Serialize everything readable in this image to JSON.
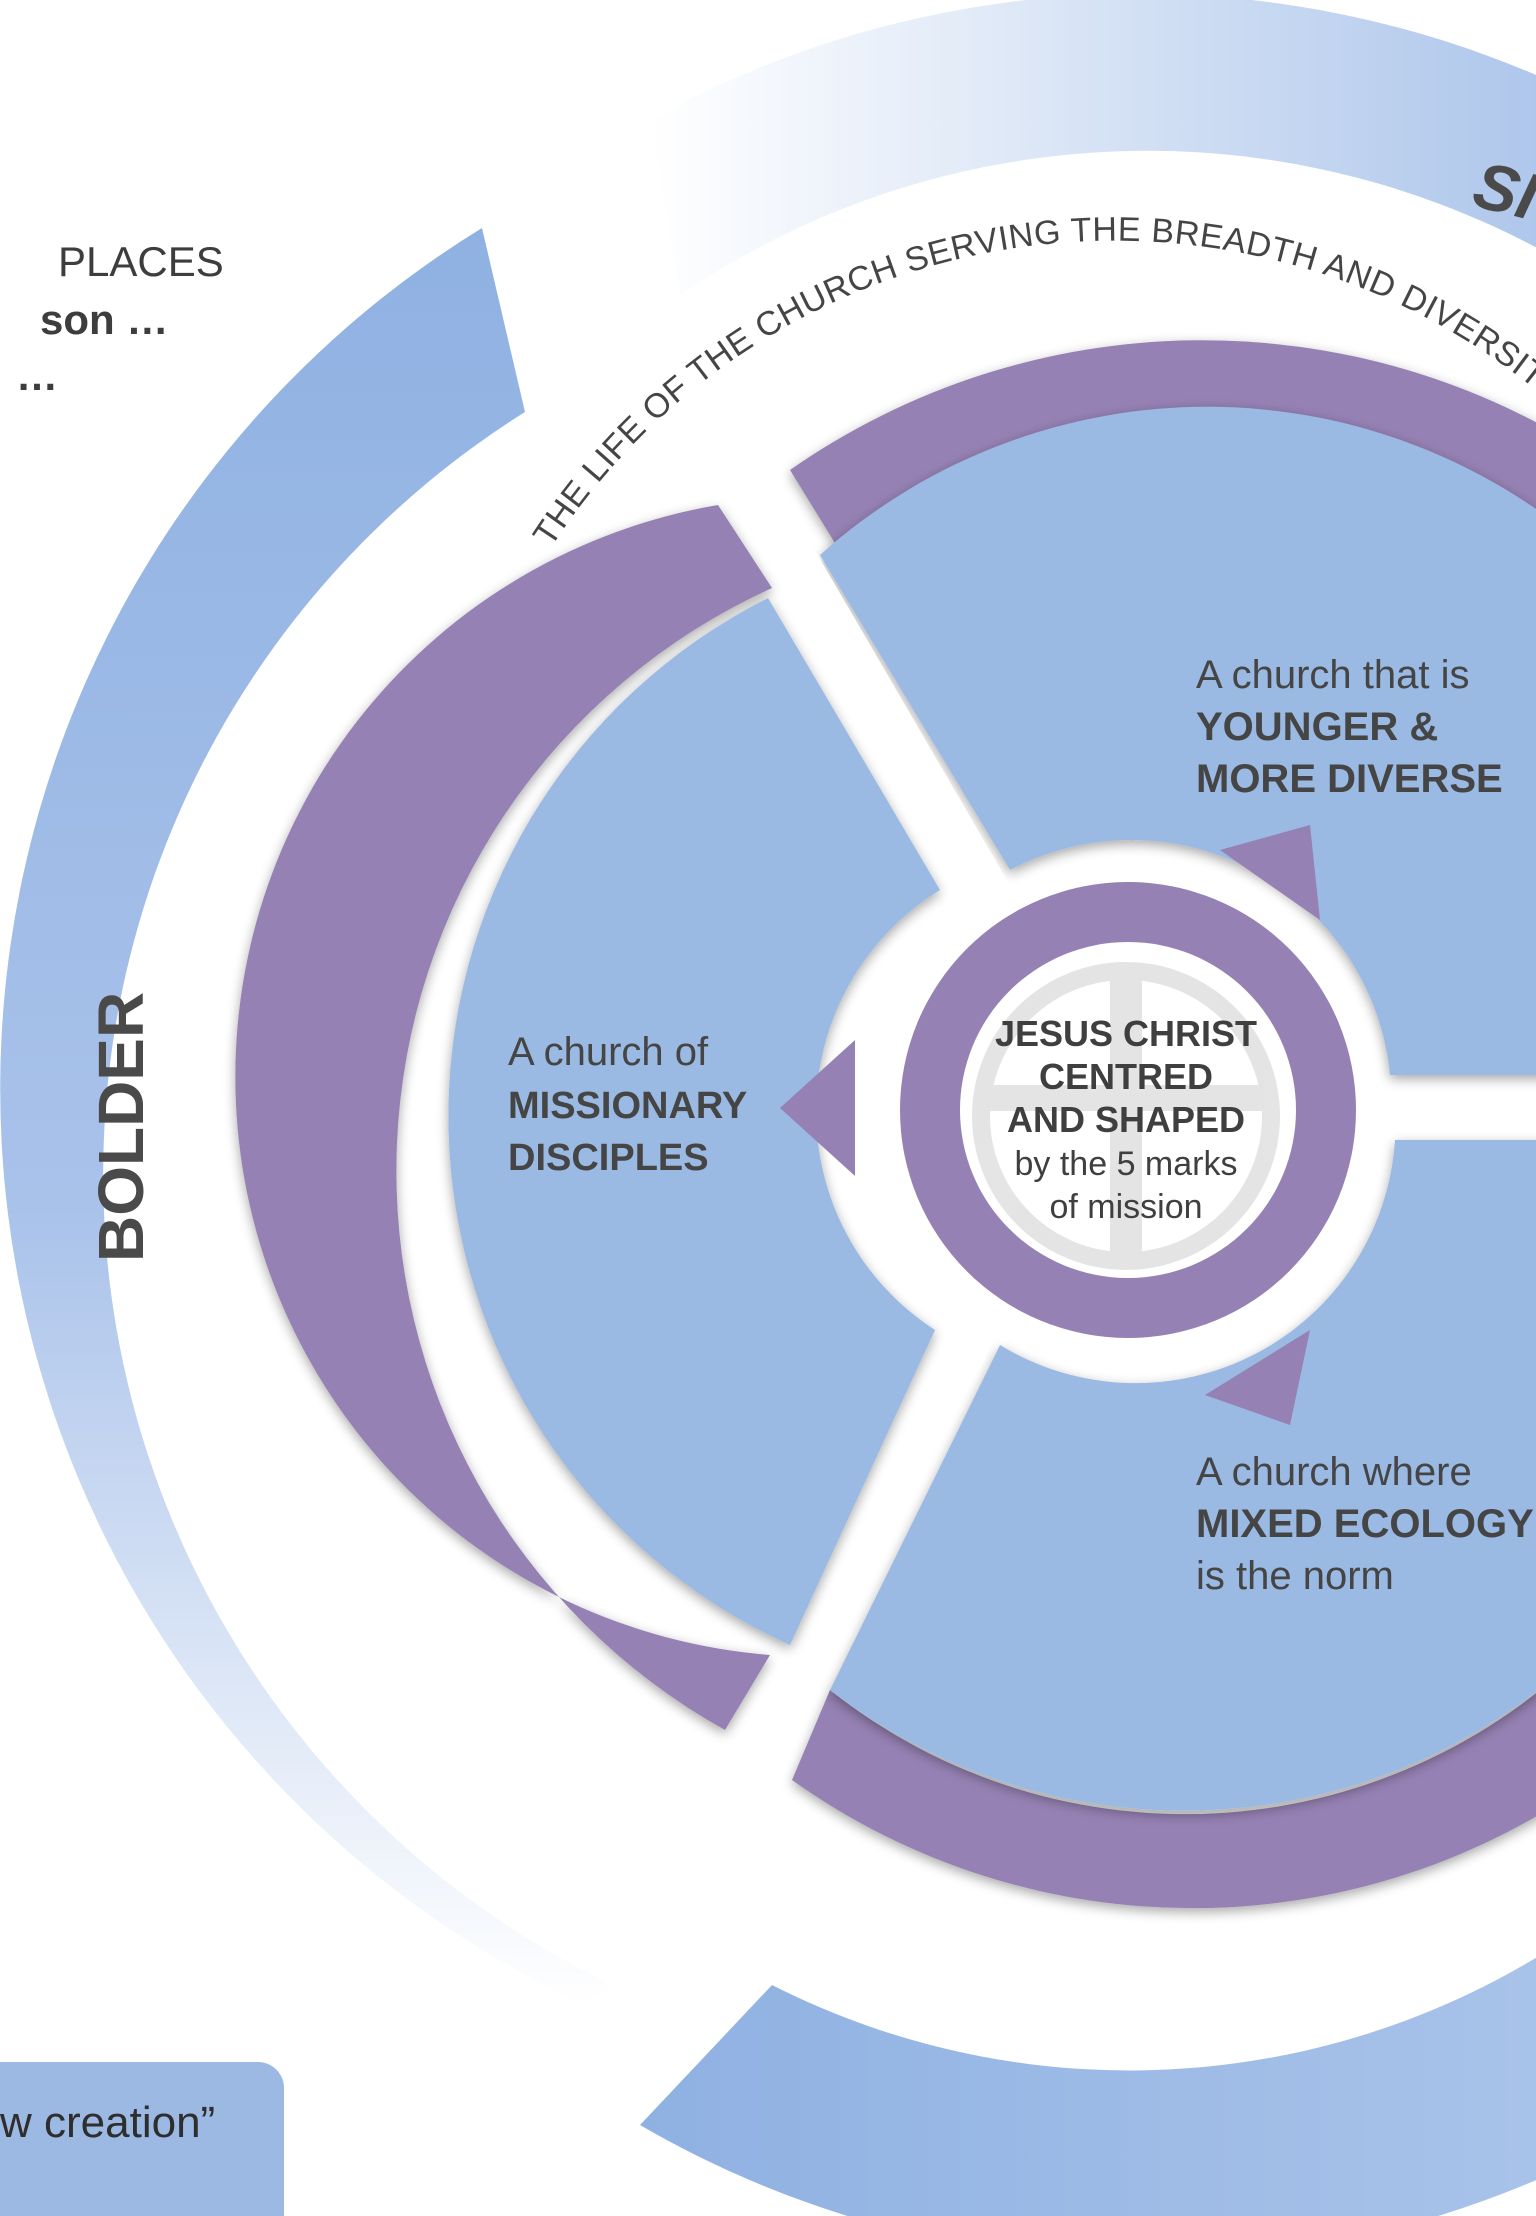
{
  "outer_ring": {
    "left_label": "BOLDER",
    "top_right_label": "SI"
  },
  "side_text": {
    "line1": "PLACES",
    "line2": "son …",
    "line3": "…"
  },
  "curved_caption": "THE LIFE OF THE CHURCH SERVING THE BREADTH AND DIVERSITY OF",
  "segments": {
    "top_right": {
      "intro": "A church that is",
      "bold_line1": "YOUNGER &",
      "bold_line2": "MORE DIVERSE"
    },
    "left": {
      "intro": "A church of",
      "bold_line1": "MISSIONARY",
      "bold_line2": "DISCIPLES"
    },
    "bottom_right": {
      "intro": "A church where",
      "bold_line1": "MIXED ECOLOGY",
      "outro": "is the norm"
    }
  },
  "center": {
    "line1": "JESUS CHRIST",
    "line2": "CENTRED",
    "line3": "AND SHAPED",
    "line4": "by the 5 marks",
    "line5": "of mission"
  },
  "quote": {
    "text": "w creation”"
  },
  "colors": {
    "light_blue": "#9ab9e3",
    "purple": "#9581b3",
    "text_dark": "#3d3d3d"
  }
}
